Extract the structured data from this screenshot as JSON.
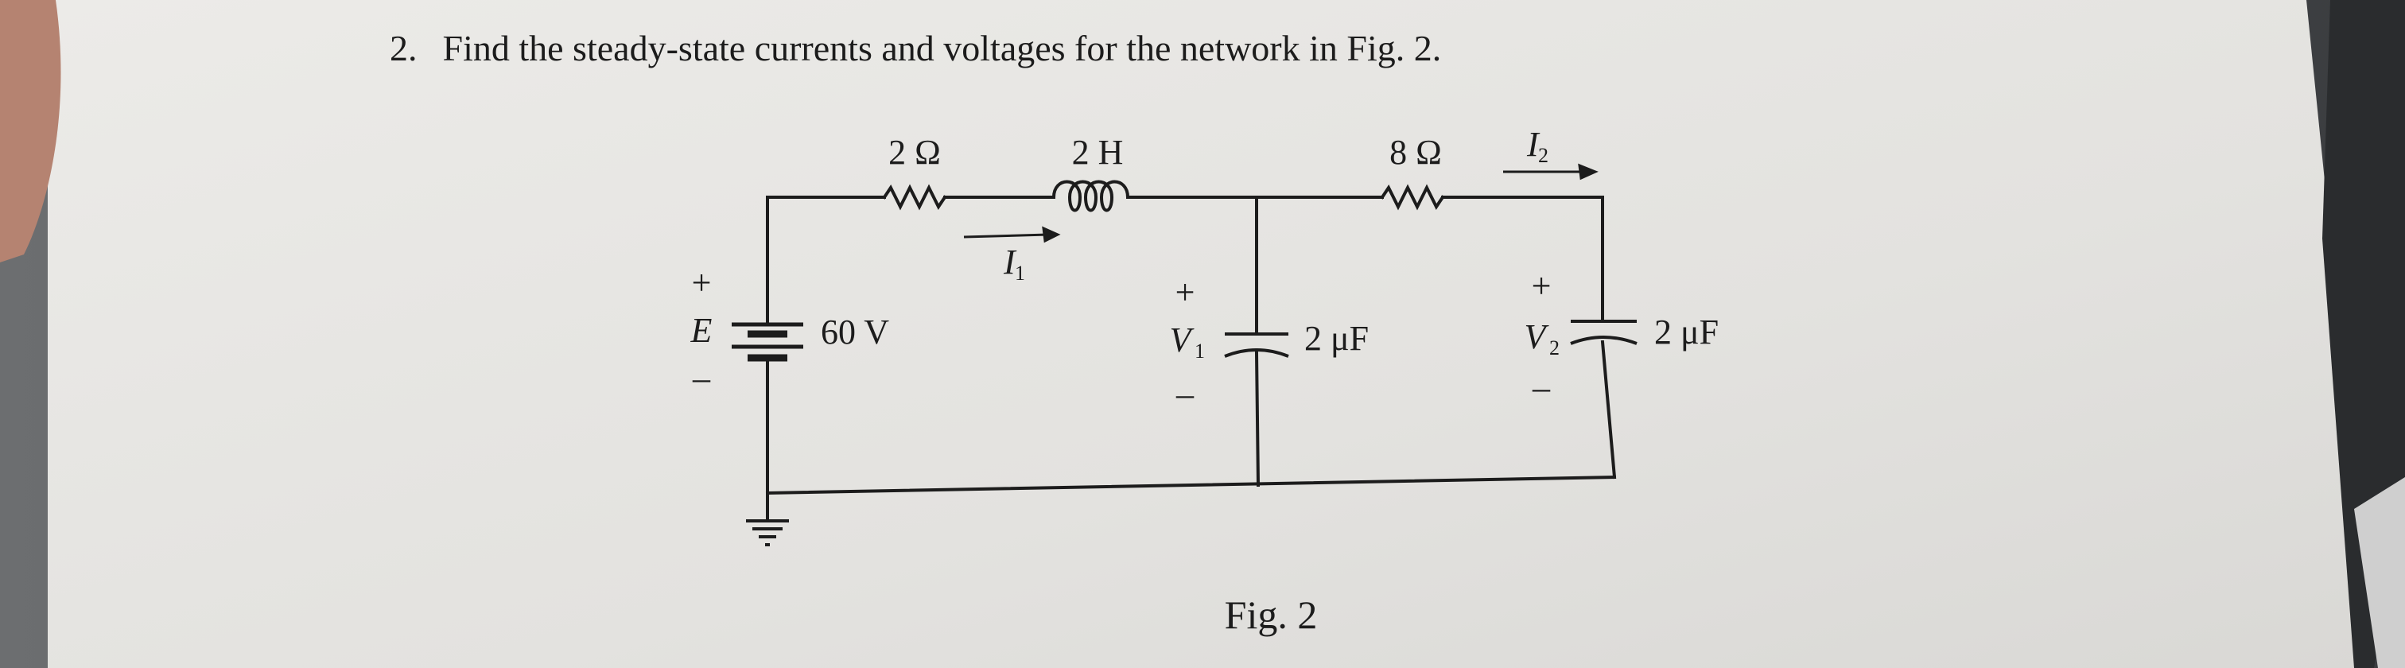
{
  "problem": {
    "number": "2.",
    "text": "Find the steady-state currents and voltages for the network in Fig. 2."
  },
  "circuit": {
    "resistor1": "2 Ω",
    "inductor": "2 H",
    "resistor2": "8 Ω",
    "current1": "I",
    "current1_sub": "1",
    "current2": "I",
    "current2_sub": "2",
    "source_plus": "+",
    "source_label": "E",
    "source_minus": "–",
    "source_value": "60 V",
    "v1_plus": "+",
    "v1": "V",
    "v1_sub": "1",
    "v1_minus": "–",
    "cap1": "2 μF",
    "v2_plus": "+",
    "v2": "V",
    "v2_sub": "2",
    "v2_minus": "–",
    "cap2": "2 μF"
  },
  "figure": {
    "caption": "Fig. 2"
  },
  "colors": {
    "paper": "#e6e5e2",
    "ink": "#1c1c1c",
    "background": "#8a8c8e"
  }
}
